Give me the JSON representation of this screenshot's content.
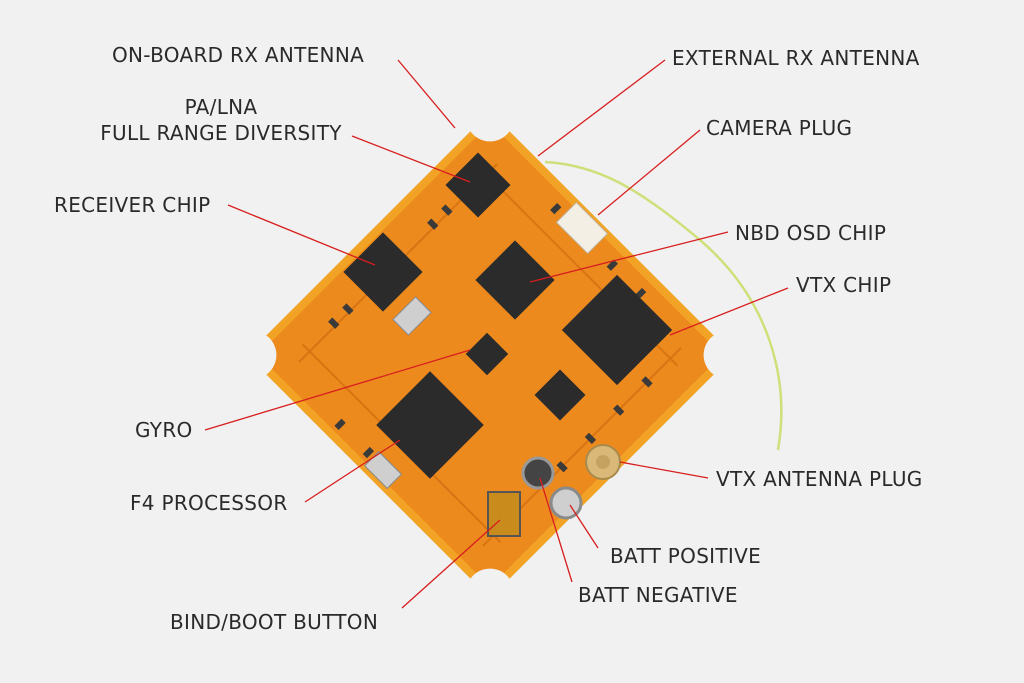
{
  "labels": {
    "onboard_rx_antenna": "ON-BOARD RX ANTENNA",
    "pa_lna_line1": "PA/LNA",
    "pa_lna_line2": "FULL RANGE DIVERSITY",
    "receiver_chip": "RECEIVER CHIP",
    "gyro": "GYRO",
    "f4_processor": "F4 PROCESSOR",
    "bind_boot_button": "BIND/BOOT BUTTON",
    "external_rx_antenna": "EXTERNAL RX ANTENNA",
    "camera_plug": "CAMERA PLUG",
    "nbd_osd_chip": "NBD OSD CHIP",
    "vtx_chip": "VTX CHIP",
    "vtx_antenna_plug": "VTX ANTENNA PLUG",
    "batt_positive": "BATT POSITIVE",
    "batt_negative": "BATT NEGATIVE"
  },
  "colors": {
    "background": "#f1f1f1",
    "pcb_edge": "#f0a020",
    "pcb_body": "#ef8a1c",
    "chip": "#2a2a2a",
    "leader_line": "#d81e1e",
    "label_text": "#2a2a2a",
    "antenna_wire": "#cfe07a"
  },
  "icons": [
    "pcb-board",
    "rx-antenna-trace",
    "pa-lna-chip",
    "receiver-chip",
    "gyro-chip",
    "f4-processor-chip",
    "osd-chip",
    "vtx-chip",
    "camera-plug",
    "vtx-antenna-plug",
    "batt-positive-pad",
    "batt-negative-pad",
    "bind-boot-button",
    "external-antenna-wire"
  ]
}
